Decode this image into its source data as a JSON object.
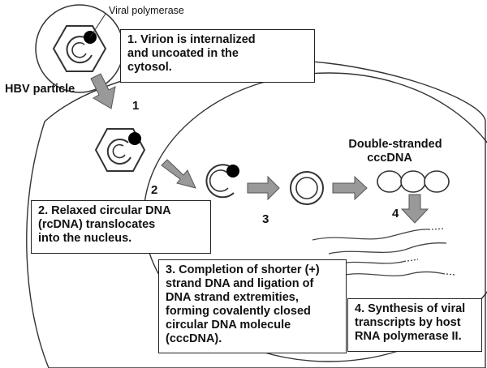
{
  "labels": {
    "viral_polymerase": "Viral polymerase",
    "hbv_particle": "HBV particle",
    "double_stranded_line1": "Double-stranded",
    "double_stranded_line2": "cccDNA"
  },
  "step_numbers": [
    "1",
    "2",
    "3",
    "4"
  ],
  "boxes": [
    {
      "lines": [
        "1. Virion is internalized",
        "and uncoated in the",
        "cytosol."
      ]
    },
    {
      "lines": [
        "2. Relaxed circular DNA",
        "(rcDNA) translocates",
        "into the nucleus."
      ]
    },
    {
      "lines": [
        "3. Completion of shorter (+)",
        "strand DNA and ligation of",
        "DNA strand extremities,",
        "forming covalently closed",
        "circular DNA molecule",
        "(cccDNA)."
      ]
    },
    {
      "lines": [
        "4. Synthesis of viral",
        "transcripts by host",
        "RNA polymerase II."
      ]
    }
  ]
}
